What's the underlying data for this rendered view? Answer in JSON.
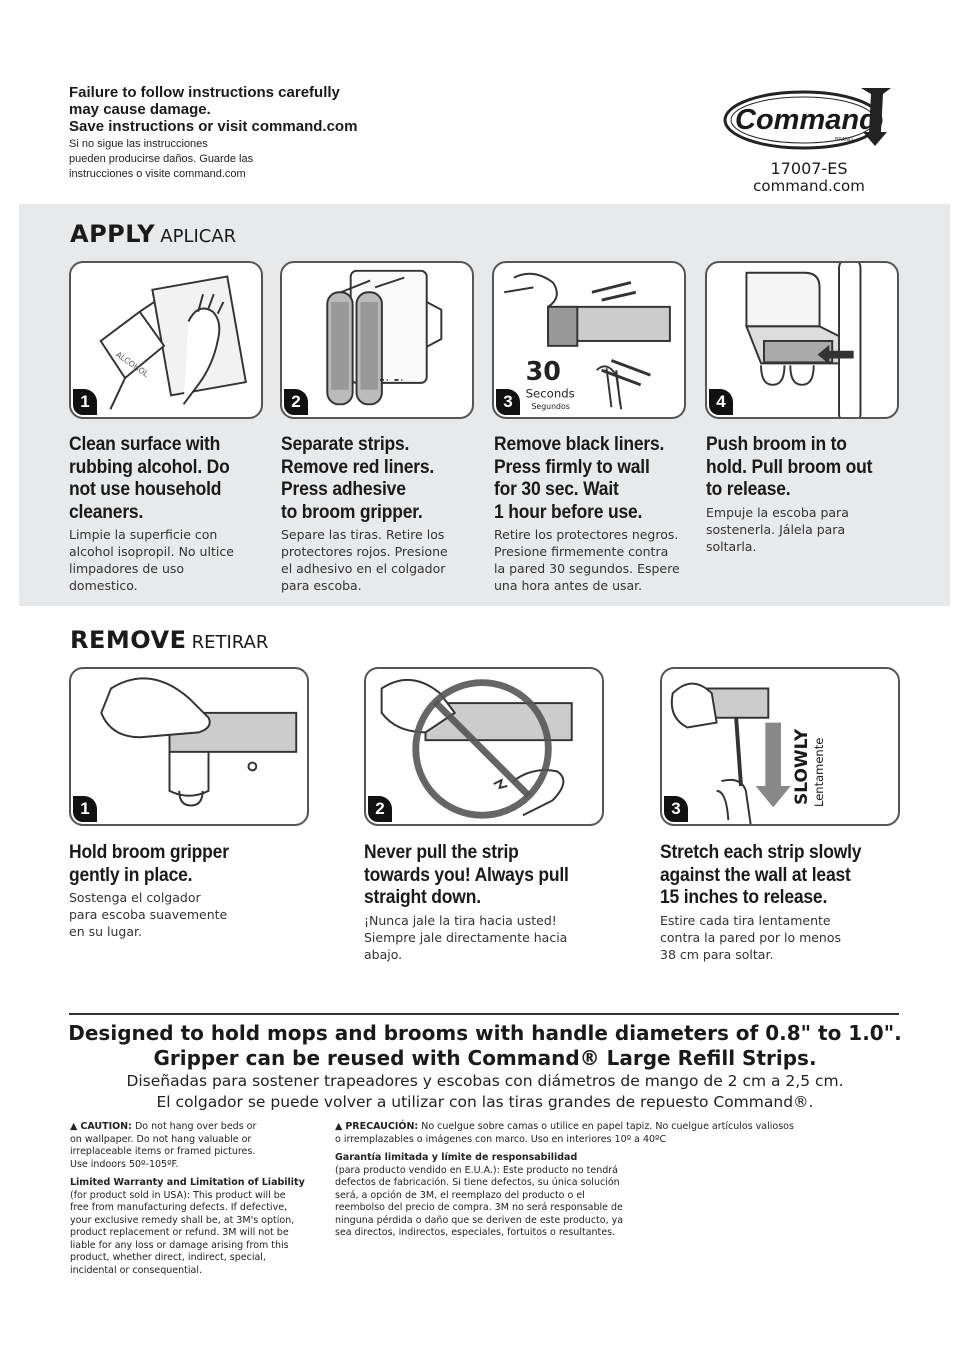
{
  "header": {
    "warning_en": [
      "Failure to follow instructions carefully",
      "may cause damage.",
      "Save instructions or visit command.com"
    ],
    "warning_es": [
      "Si no sigue las instrucciones",
      "pueden producirse daños. Guarde las",
      "instrucciones o visite command.com"
    ],
    "logo_text": "Command",
    "logo_sub": "BRAND",
    "model": "17007-ES",
    "site": "command.com"
  },
  "apply": {
    "title_en": "APPLY",
    "title_es": "APLICAR",
    "timer_number": "30",
    "timer_en": "Seconds",
    "timer_es": "Segundos",
    "steps": [
      {
        "num": "1",
        "en": [
          "Clean surface with",
          "rubbing alcohol. Do",
          "not use household",
          "cleaners."
        ],
        "es": [
          "Limpie la superficie con",
          "alcohol isopropil. No ultice",
          "limpadores de uso",
          "domestico."
        ]
      },
      {
        "num": "2",
        "en": [
          "Separate strips.",
          "Remove red liners.",
          "Press adhesive",
          "to broom gripper."
        ],
        "es": [
          "Separe las tiras. Retire los",
          "protectores rojos. Presione",
          "el adhesivo en el colgador",
          "para escoba."
        ]
      },
      {
        "num": "3",
        "en": [
          "Remove black liners.",
          "Press firmly to wall",
          "for 30 sec. Wait",
          "1 hour before use."
        ],
        "es": [
          "Retire los protectores negros.",
          "Presione firmemente contra",
          "la pared 30 segundos. Espere",
          "una hora antes de usar."
        ]
      },
      {
        "num": "4",
        "en": [
          "Push broom in to",
          "hold. Pull broom out",
          "to release."
        ],
        "es": [
          "Empuje la escoba para",
          "sostenerla. Jálela para",
          "soltarla."
        ]
      }
    ]
  },
  "remove": {
    "title_en": "REMOVE",
    "title_es": "RETIRAR",
    "slowly_en": "SLOWLY",
    "slowly_es": "Lentamente",
    "steps": [
      {
        "num": "1",
        "en": [
          "Hold broom gripper",
          "gently in place."
        ],
        "es": [
          "Sostenga el colgador",
          "para escoba suavemente",
          "en su lugar."
        ]
      },
      {
        "num": "2",
        "en": [
          "Never pull the strip",
          "towards you! Always pull",
          "straight down."
        ],
        "es": [
          "¡Nunca jale la tira hacia usted!",
          "Siempre jale directamente hacia",
          "abajo."
        ]
      },
      {
        "num": "3",
        "en": [
          "Stretch each strip slowly",
          "against the wall at least",
          "15 inches to release."
        ],
        "es": [
          "Estire cada tira lentamente",
          "contra la pared por lo menos",
          "38 cm para soltar."
        ]
      }
    ]
  },
  "design": {
    "en": [
      "Designed to hold mops and brooms with handle diameters of 0.8\" to 1.0\".",
      "Gripper can be reused with Command® Large Refill Strips."
    ],
    "es": [
      "Diseñadas para sostener trapeadores y escobas con diámetros de mango de 2 cm a 2,5 cm.",
      "El colgador se puede volver a utilizar con las tiras grandes de repuesto Command®."
    ]
  },
  "fine_en": {
    "caution_label": "CAUTION:",
    "caution_lines": [
      " Do not hang over beds or",
      "on wallpaper. Do not hang valuable or",
      "irreplaceable items or framed pictures.",
      "Use indoors 50º-105ºF."
    ],
    "warranty_label": "Limited Warranty and Limitation of Liability",
    "warranty_lines": [
      "(for product sold in USA): This product will be",
      "free from manufacturing defects. If defective,",
      "your exclusive remedy shall be, at 3M's option,",
      "product replacement or refund. 3M will not be",
      "liable for any loss or damage arising from this",
      "product, whether direct, indirect, special,",
      "incidental or consequential."
    ]
  },
  "fine_es": {
    "caution_label": "PRECAUCIÓN:",
    "caution_lines": [
      " No cuelgue sobre camas o utilice en papel tapiz. No cuelgue artículos valiosos",
      "o irremplazables o imágenes con marco. Uso en interiores 10º a 40ºC"
    ],
    "warranty_label": "Garantía limitada y límite de responsabilidad",
    "warranty_lines": [
      "(para producto vendido en E.U.A.): Este producto no tendrá",
      "defectos de fabricación. Si tiene defectos, su única solución",
      "será, a opción de 3M, el reemplazo del producto o el",
      "reembolso del precio de compra. 3M no será responsable de",
      "ninguna pérdida o daño que se deriven de este producto, ya",
      "sea directos, indirectos, especiales, fortuitos o resultantes."
    ]
  },
  "colors": {
    "band": "#e8e9ea",
    "ink": "#1a1a1a",
    "panel_border": "#555555"
  }
}
